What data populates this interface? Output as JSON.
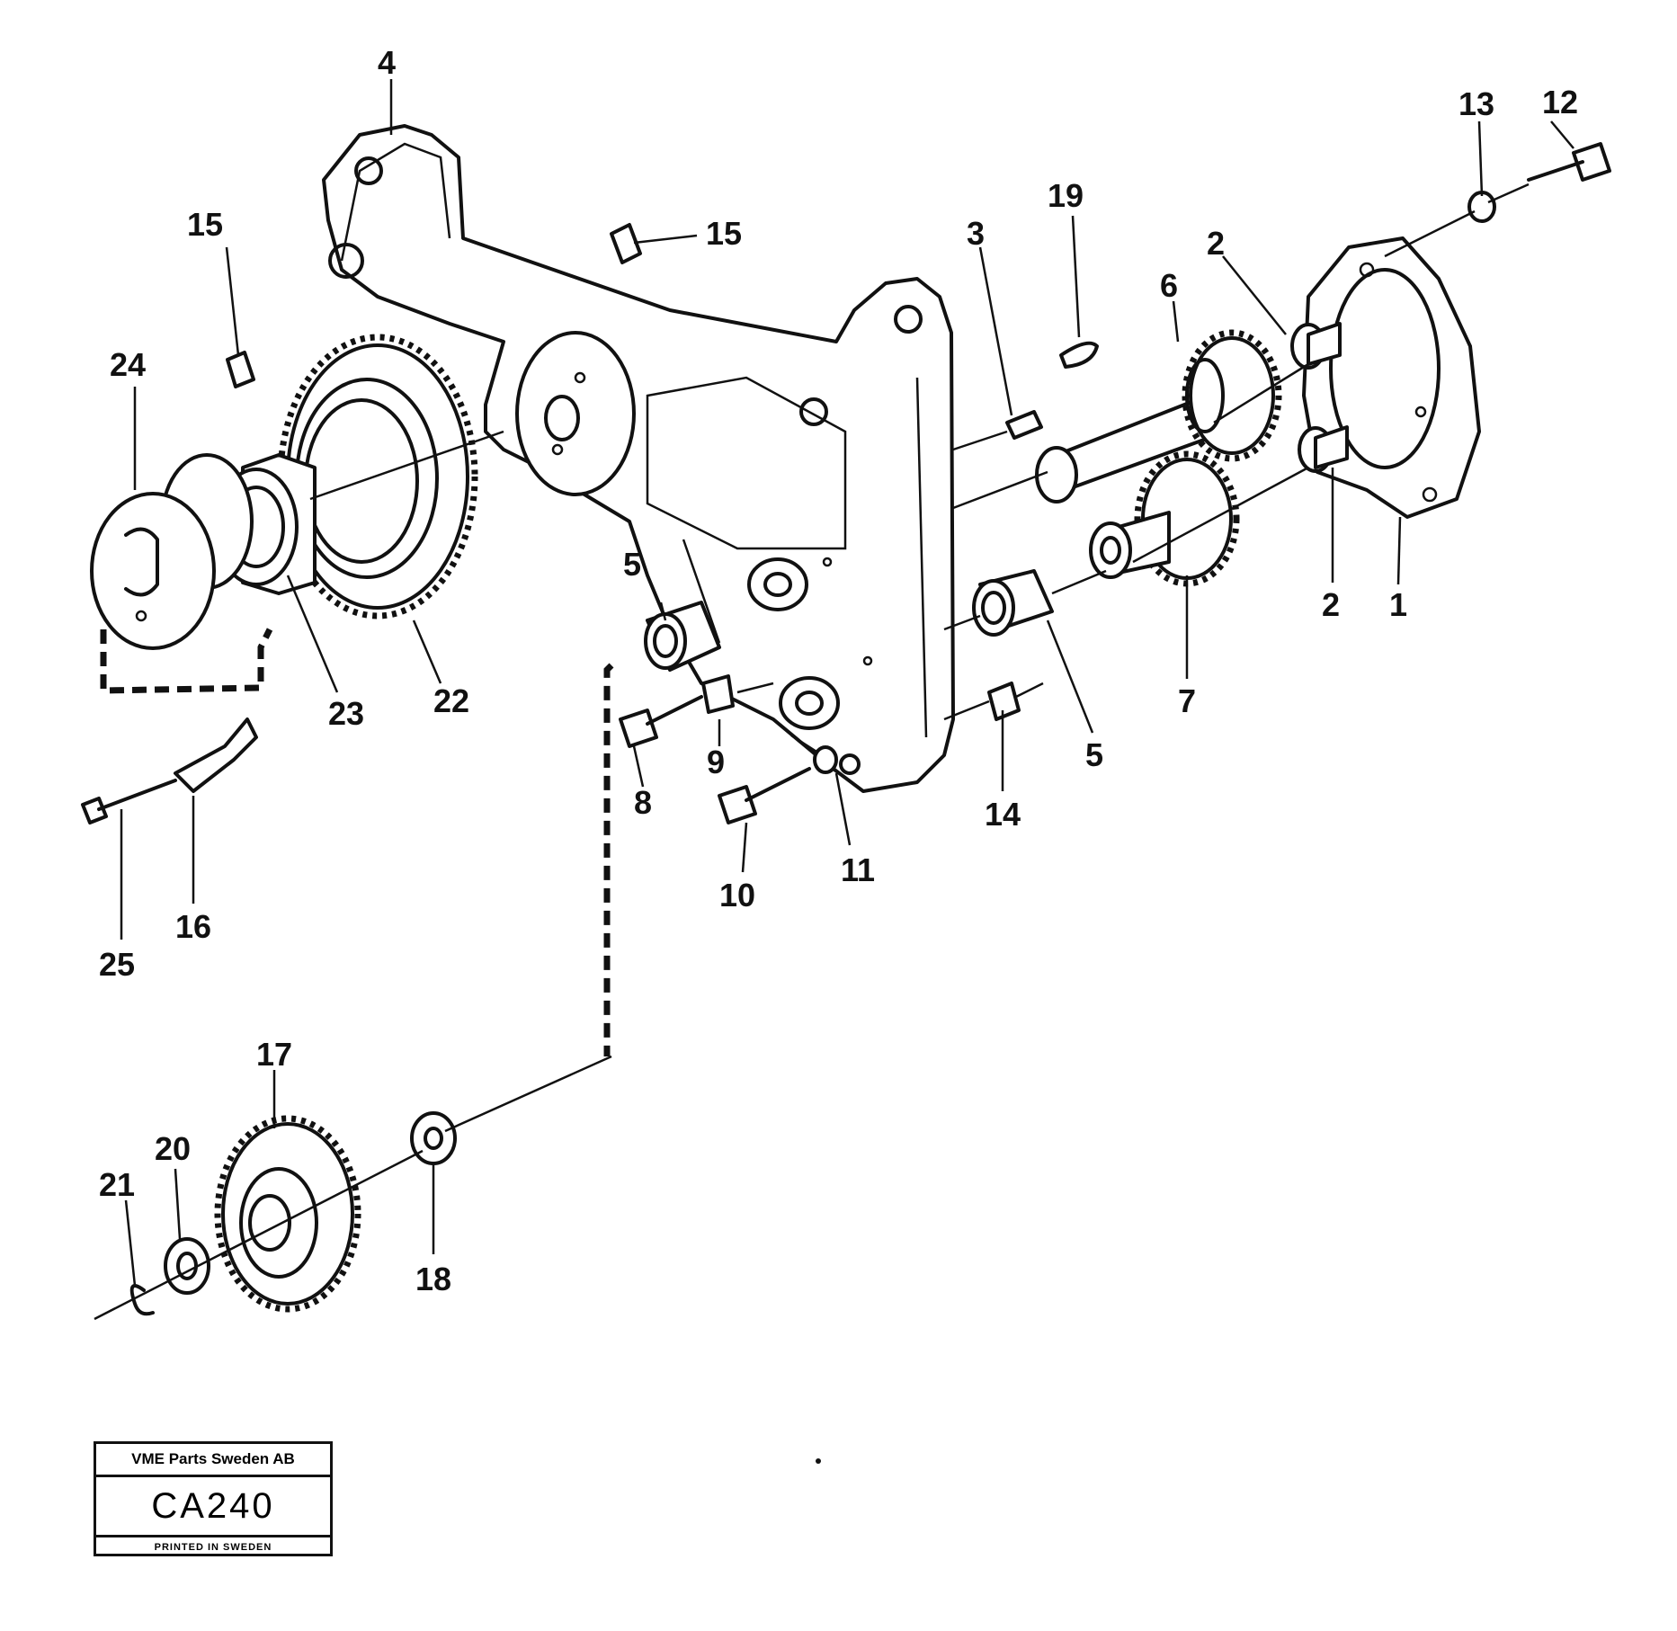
{
  "labels": {
    "l1": "1",
    "l2a": "2",
    "l2b": "2",
    "l3": "3",
    "l4": "4",
    "l5a": "5",
    "l5b": "5",
    "l6": "6",
    "l7": "7",
    "l8": "8",
    "l9": "9",
    "l10": "10",
    "l11": "11",
    "l12": "12",
    "l13": "13",
    "l14": "14",
    "l15a": "15",
    "l15b": "15",
    "l16": "16",
    "l17": "17",
    "l18": "18",
    "l19": "19",
    "l20": "20",
    "l21": "21",
    "l22": "22",
    "l23": "23",
    "l24": "24",
    "l25": "25"
  },
  "title_block": {
    "company": "VME Parts Sweden AB",
    "code": "CA240",
    "printed": "PRINTED IN SWEDEN"
  }
}
